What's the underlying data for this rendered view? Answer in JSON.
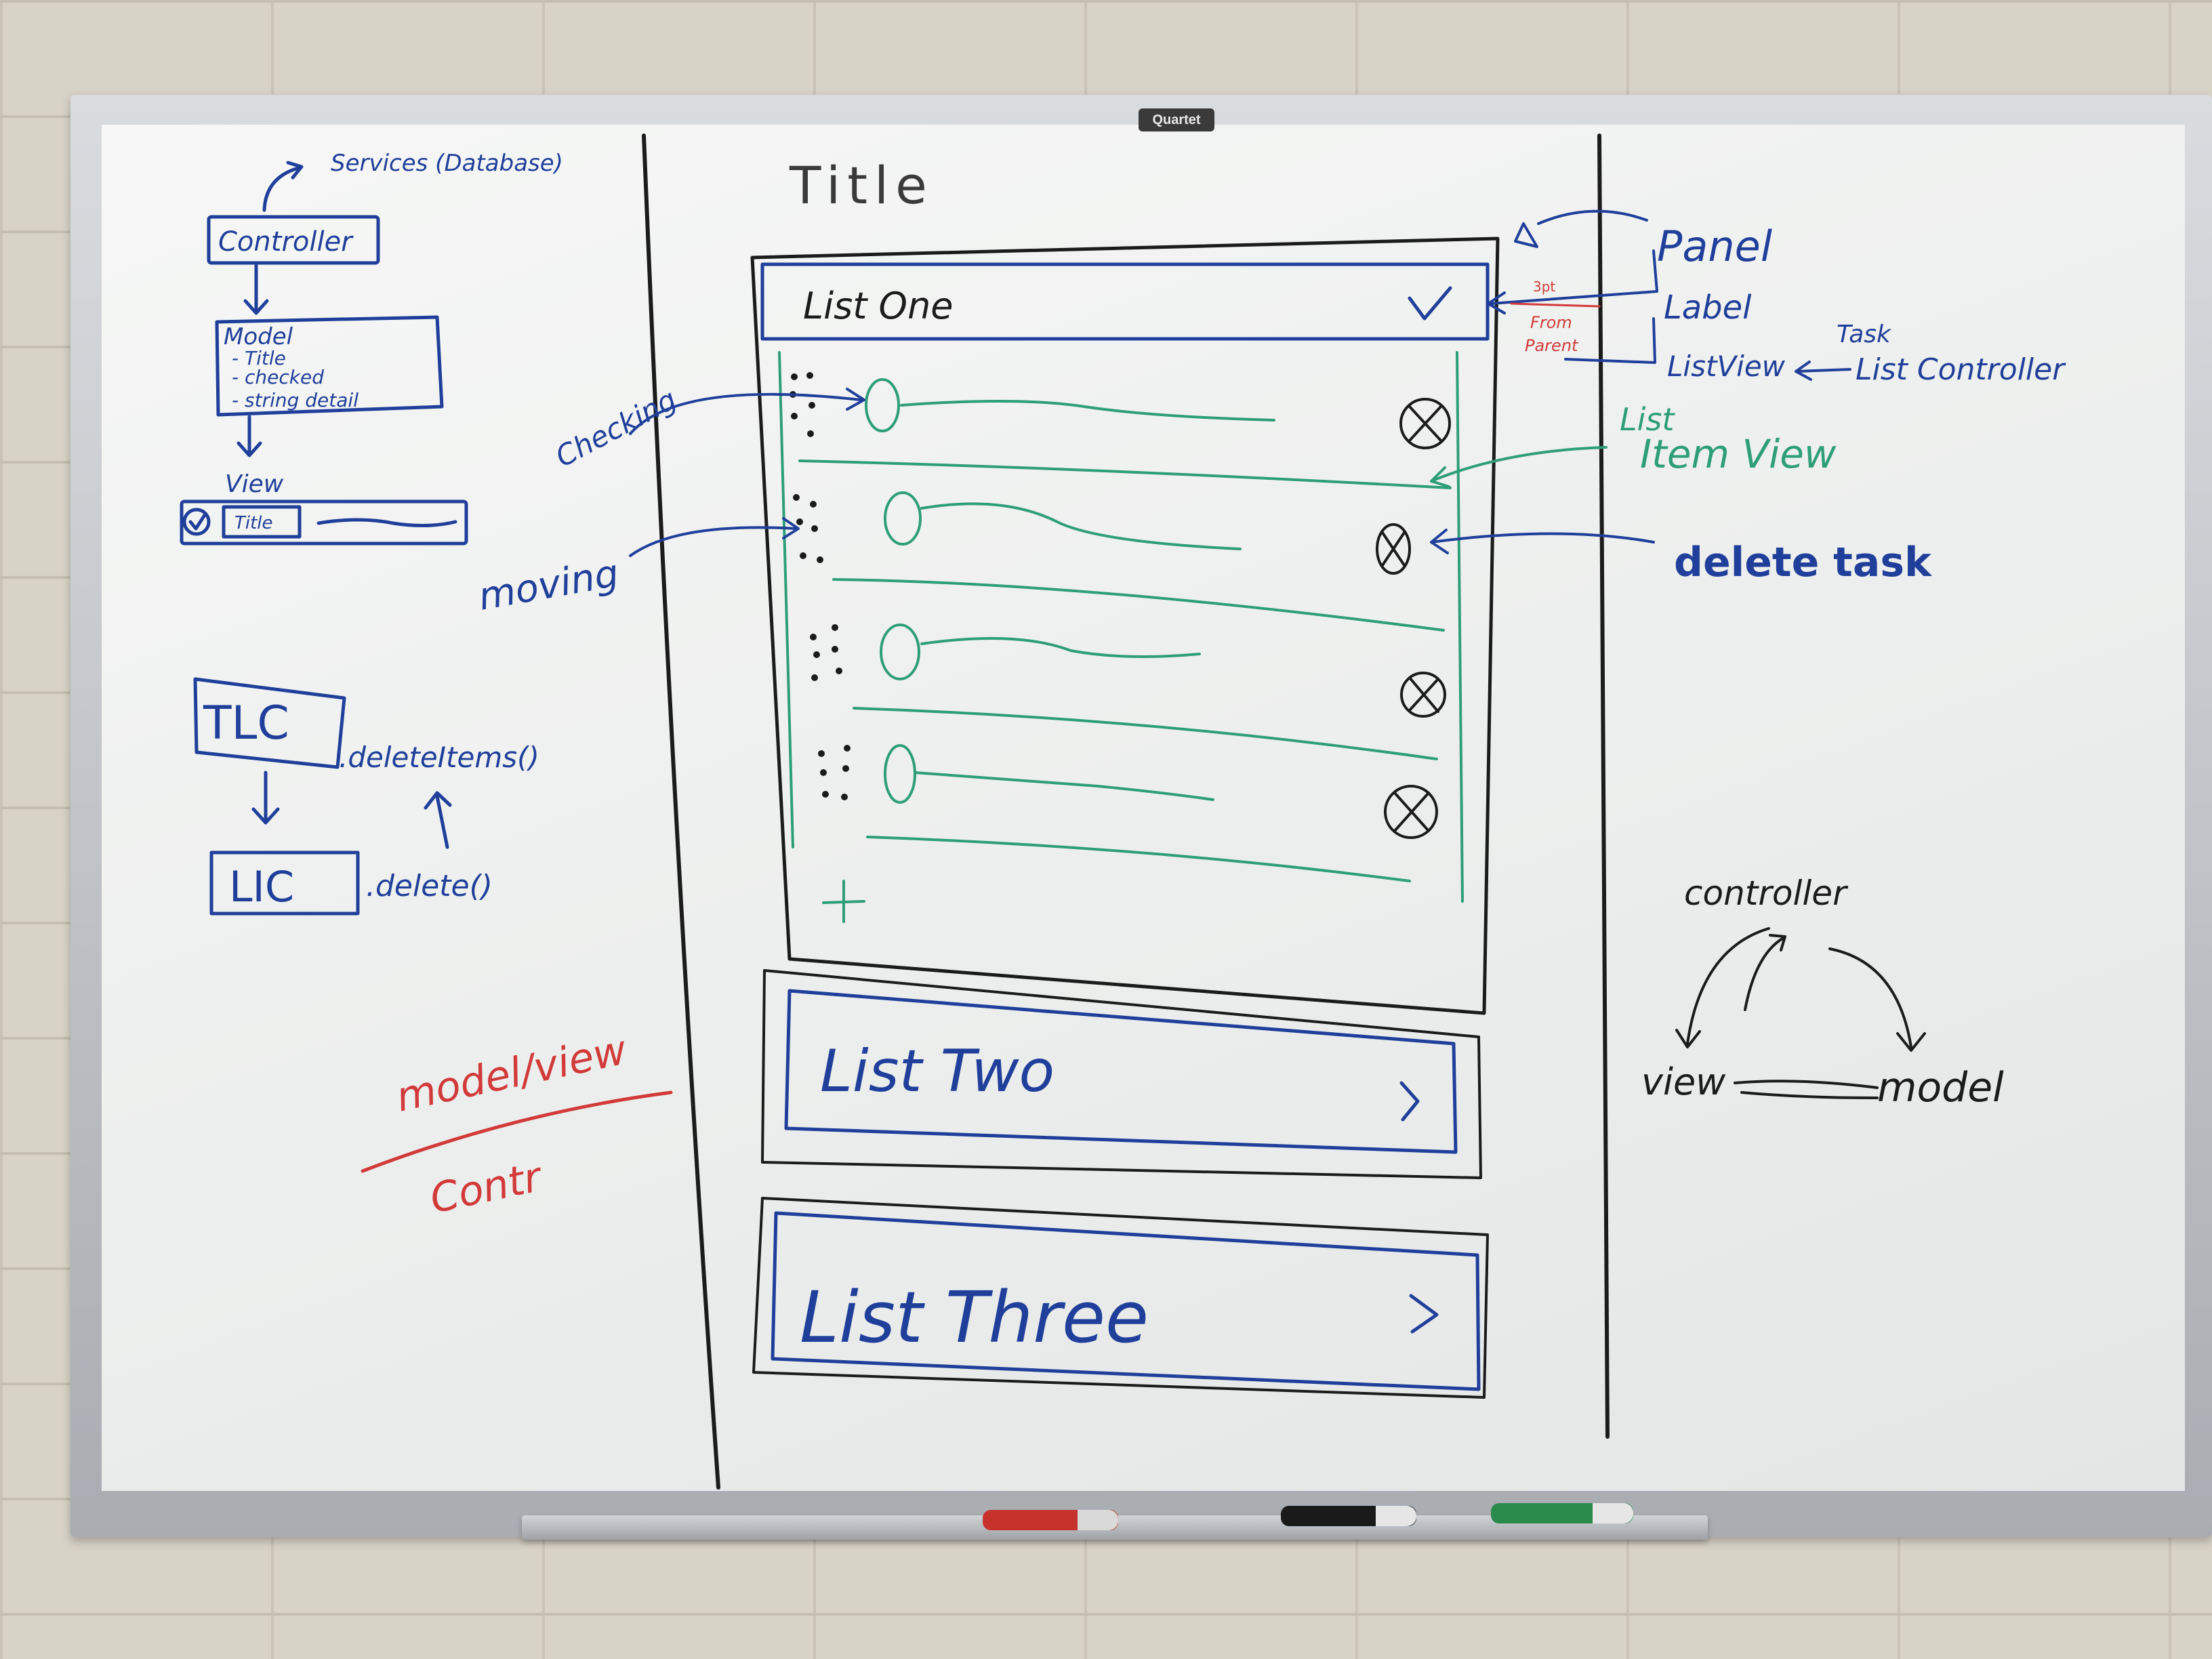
{
  "board_brand": "Quartet",
  "left_diagram": {
    "services": "Services (Database)",
    "controller": "Controller",
    "model": "Model",
    "model_fields": [
      "- Title",
      "- checked",
      "- string detail"
    ],
    "view": "View",
    "view_title": "Title",
    "tlc": "TLC",
    "delete_items": ".deleteItems()",
    "lic": "LIC",
    "delete": ".delete()",
    "model_view": "model/view",
    "controller_note": "Contr"
  },
  "annotations": {
    "checking": "Checking",
    "moving": "moving",
    "panel": "Panel",
    "label": "Label",
    "listview": "ListView",
    "task": "Task",
    "list_controller": "List Controller",
    "list_item_view": [
      "List",
      "Item View"
    ],
    "delete_task": "delete task",
    "padding_note": [
      "3pt",
      "From",
      "Parent"
    ]
  },
  "mockup": {
    "page_title": "Title",
    "lists": [
      {
        "label": "List One",
        "state": "expanded",
        "icon": "checkmark-icon"
      },
      {
        "label": "List Two",
        "state": "collapsed",
        "icon": "chevron-right-icon"
      },
      {
        "label": "List Three",
        "state": "collapsed",
        "icon": "chevron-right-icon"
      }
    ],
    "task_count": 4,
    "add_symbol": "+"
  },
  "mvc_cycle": {
    "controller": "controller",
    "view": "view",
    "model": "model"
  },
  "colors": {
    "blue_marker": "#1f3f9a",
    "black_marker": "#1b1b1b",
    "green_marker": "#2e9e79",
    "red_marker": "#d23a3a"
  }
}
